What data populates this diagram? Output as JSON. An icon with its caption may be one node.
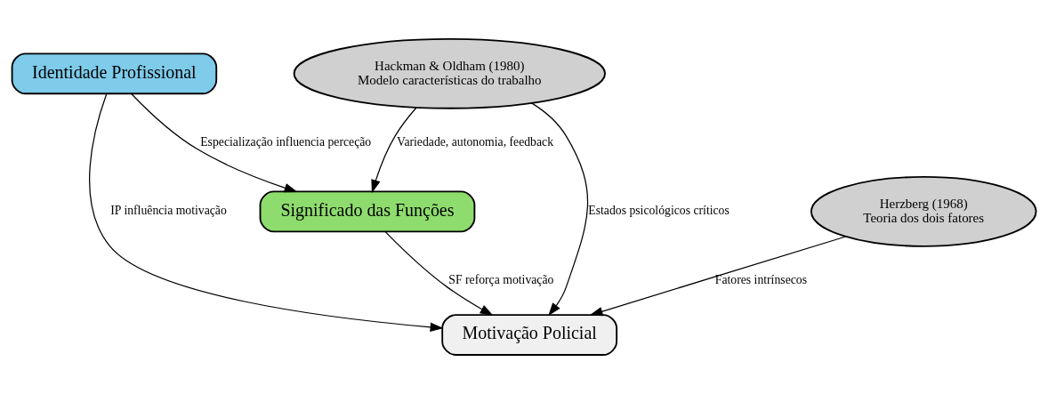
{
  "diagram": {
    "nodes": [
      {
        "text": [
          "Identidade Profissional"
        ]
      },
      {
        "text": [
          "Hackman & Oldham (1980)",
          "Modelo características do trabalho"
        ]
      },
      {
        "text": [
          "Significado das Funções"
        ]
      },
      {
        "text": [
          "Herzberg (1968)",
          "Teoria dos dois fatores"
        ]
      },
      {
        "text": [
          "Motivação Policial"
        ]
      }
    ],
    "edges": [
      {
        "from": 0,
        "to": 2,
        "arrow": "to",
        "label": "Especialização influencia perceção"
      },
      {
        "from": 1,
        "to": 2,
        "arrow": "to",
        "label": "Variedade, autonomia, feedback"
      },
      {
        "from": 0,
        "to": 4,
        "arrow": "to",
        "label": "IP influência motivação"
      },
      {
        "from": 2,
        "to": 4,
        "arrow": "to",
        "label": "SF reforça motivação"
      },
      {
        "from": 3,
        "to": 4,
        "arrow": "to",
        "label": "Fatores intrínsecos"
      },
      {
        "from": 1,
        "to": 4,
        "arrow": "to",
        "label": "Estados psicológicos críticos"
      }
    ]
  }
}
